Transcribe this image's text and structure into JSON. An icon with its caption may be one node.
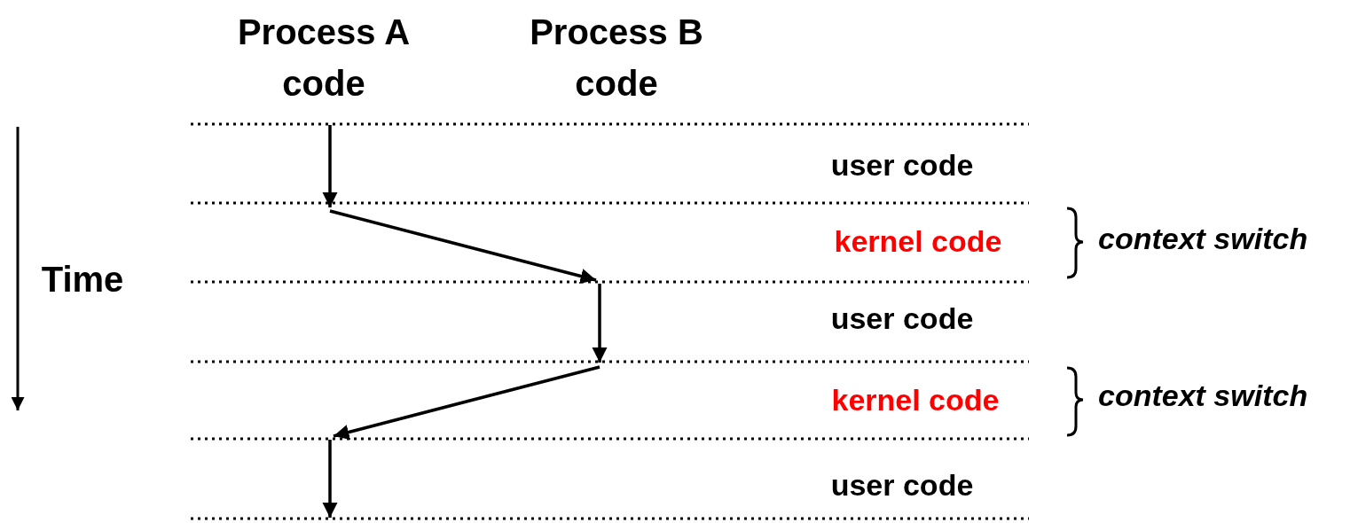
{
  "diagram": {
    "labels": [
      "Process A code",
      "Process B code",
      "Time",
      "user code",
      "kernel code",
      "context switch",
      "user code",
      "kernel code",
      "context switch",
      "user code"
    ]
  }
}
